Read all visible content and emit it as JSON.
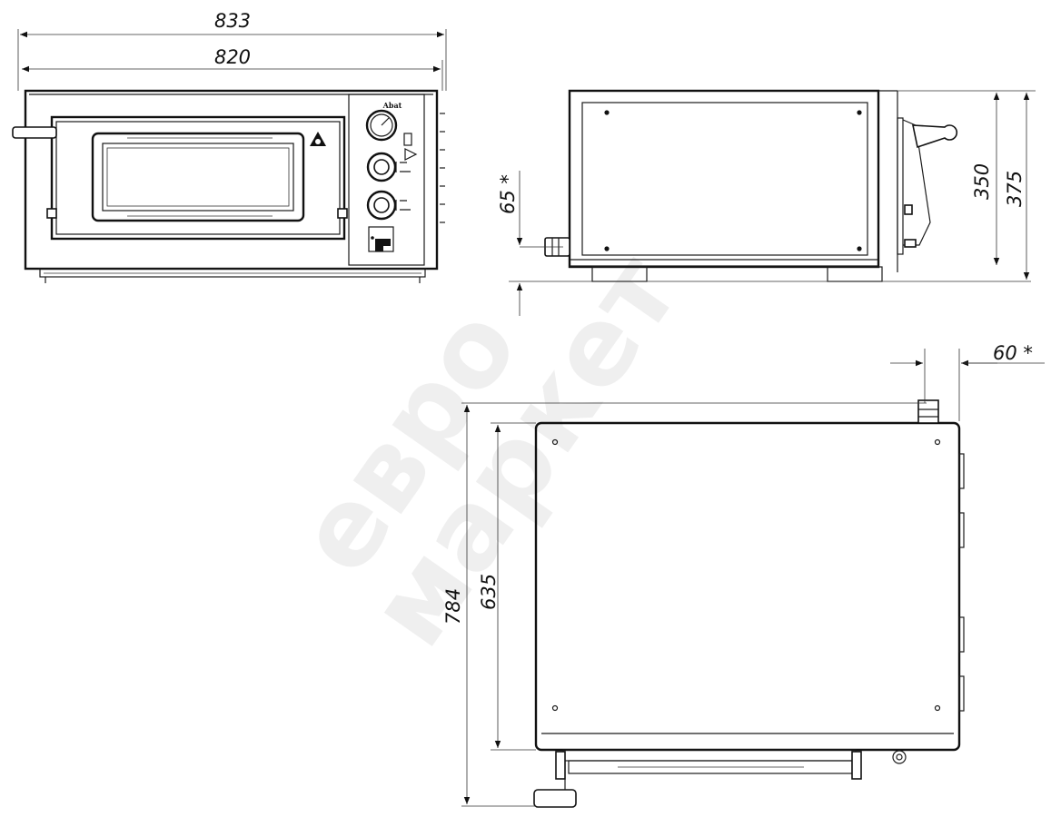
{
  "dimensions": {
    "total_width": "833",
    "body_width": "820",
    "foot_height": "65 *",
    "body_height": "350",
    "total_height": "375",
    "cable_offset": "60 *",
    "total_depth": "784",
    "body_depth": "635"
  },
  "panel": {
    "brand": "Abat"
  },
  "watermark": {
    "line1": "евро",
    "line2": "маркет"
  },
  "icons": [
    "warning-hot-surface-icon",
    "thermometer-icon",
    "lamp-icon",
    "control-knob-icon",
    "power-switch-icon"
  ],
  "colors": {
    "line": "#111111",
    "background": "#ffffff"
  }
}
